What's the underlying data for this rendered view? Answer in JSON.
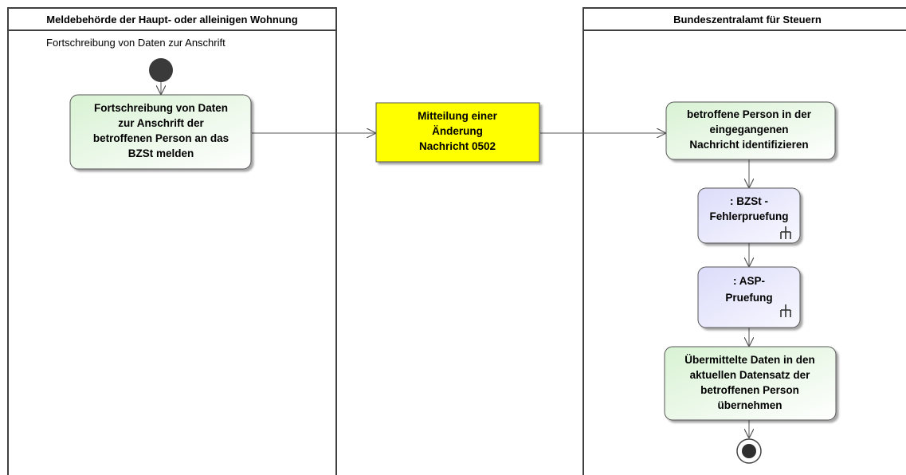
{
  "lanes": {
    "left": {
      "title": "Meldebehörde der Haupt- oder alleinigen Wohnung",
      "subtitle": "Fortschreibung von Daten zur Anschrift"
    },
    "right": {
      "title": "Bundeszentralamt für Steuern"
    }
  },
  "nodes": {
    "report": {
      "lines": [
        "Fortschreibung von Daten",
        "zur Anschrift der",
        "betroffenen Person an das",
        "BZSt melden"
      ]
    },
    "message": {
      "lines": [
        "Mitteilung einer",
        "Änderung",
        "Nachricht 0502"
      ]
    },
    "identify": {
      "lines": [
        "betroffene Person in der",
        "eingegangenen",
        "Nachricht identifizieren"
      ]
    },
    "error_check": {
      "lines": [
        ": BZSt -",
        "Fehlerpruefung"
      ],
      "icon": "rake-icon"
    },
    "asp_check": {
      "lines": [
        ": ASP-",
        "Pruefung"
      ],
      "icon": "rake-icon"
    },
    "apply": {
      "lines": [
        "Übermittelte Daten in den",
        "aktuellen Datensatz der",
        "betroffenen Person",
        "übernehmen"
      ]
    }
  },
  "colors": {
    "action_fill": "#e9f7e6",
    "call_fill": "#e6e6fa",
    "object_fill": "#ffff00",
    "line": "#555555",
    "lane_border": "#404040"
  }
}
